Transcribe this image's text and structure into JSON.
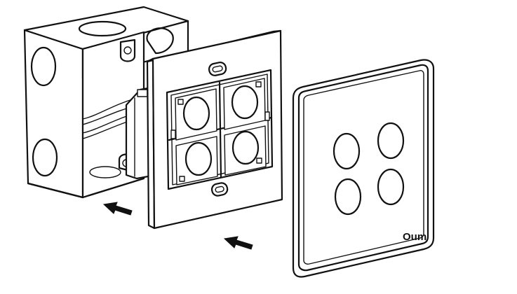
{
  "diagram": {
    "logo": "Oum",
    "parts": [
      {
        "name": "junction-box"
      },
      {
        "name": "mounting-frame"
      },
      {
        "name": "switch-cover-plate"
      }
    ],
    "arrows": 2,
    "stroke_color": "#111111",
    "background_color": "#ffffff"
  }
}
